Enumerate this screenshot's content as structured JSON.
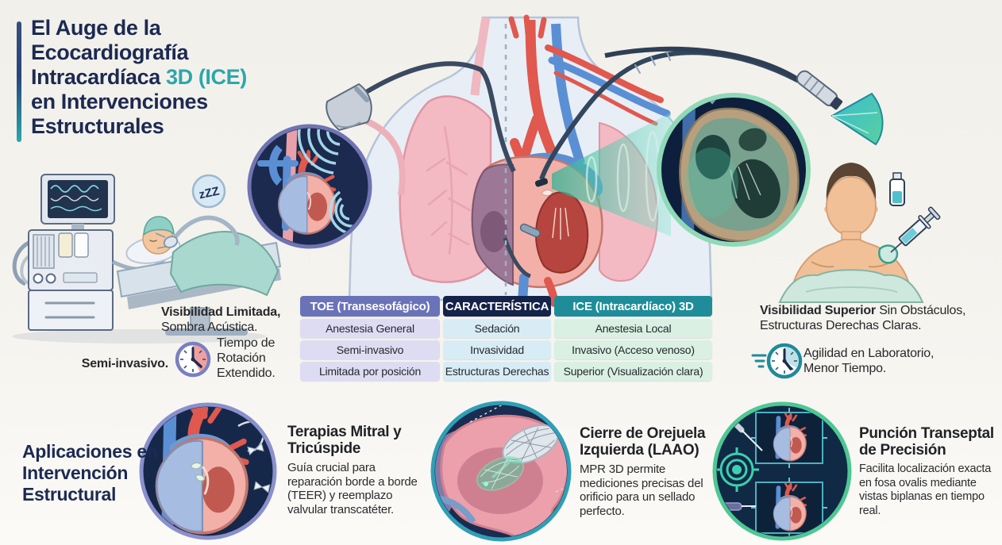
{
  "title": {
    "line1": "El Auge de la",
    "line2": "Ecocardiografía",
    "line3_pre": "Intracardíaca ",
    "line3_highlight": "3D (ICE)",
    "line4": "en Intervenciones",
    "line5": "Estructurales"
  },
  "toe_panel": {
    "sleep_zzz": "zZZ",
    "caption_bold": "Visibilidad Limitada,",
    "caption_rest": " Sombra Acústica.",
    "invasive_label": "Semi-invasivo.",
    "time_caption": "Tiempo de Rotación Extendido."
  },
  "ice_panel": {
    "caption_bold": "Visibilidad Superior",
    "caption_rest": " Sin Obstáculos, Estructuras Derechas Claras.",
    "time_caption": "Agilidad en Laboratorio, Menor Tiempo."
  },
  "comparison_table": {
    "headers": [
      "TOE (Transesofágico)",
      "CARACTERÍSTICA",
      "ICE (Intracardíaco) 3D"
    ],
    "rows": [
      [
        "Anestesia General",
        "Sedación",
        "Anestesia Local"
      ],
      [
        "Semi-invasivo",
        "Invasividad",
        "Invasivo (Acceso venoso)"
      ],
      [
        "Limitada por posición",
        "Estructuras Derechas",
        "Superior (Visualización clara)"
      ]
    ]
  },
  "applications": {
    "heading": "Aplicaciones en Intervención Estructural",
    "items": [
      {
        "title": "Terapias Mitral y Tricúspide",
        "description": "Guía crucial para reparación borde a borde (TEER) y reemplazo valvular transcatéter."
      },
      {
        "title": "Cierre de Orejuela Izquierda (LAAO)",
        "description": "MPR 3D permite mediciones precisas del orificio para un sellado perfecto."
      },
      {
        "title": "Punción Transeptal de Precisión",
        "description": "Facilita localización exacta en fosa ovalis mediante vistas biplanas en tiempo real."
      }
    ]
  },
  "colors": {
    "background": "#f5f3ee",
    "navy": "#1c2a52",
    "teal": "#2aa7ac",
    "table_header_toe": "#6a73b8",
    "table_header_caracteristica": "#15234b",
    "table_header_ice": "#1e8d99",
    "table_cell_toe": "#dddcf2",
    "table_cell_caracteristica": "#d8ecf5",
    "table_cell_ice": "#d9f0e3",
    "circle_border_mitral": "#8a90cc",
    "circle_border_laao": "#2f9fb6",
    "circle_border_transeptal": "#4ec794"
  }
}
